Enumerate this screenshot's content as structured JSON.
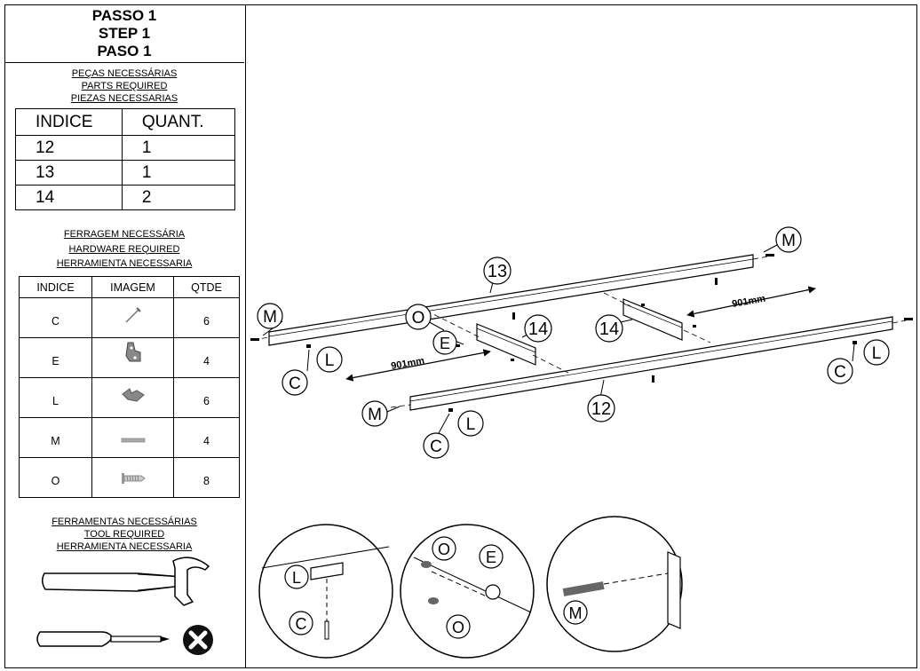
{
  "steps": {
    "pt": "PASSO 1",
    "en": "STEP 1",
    "es": "PASO 1"
  },
  "parts_heading": {
    "pt": "PEÇAS NECESSÁRIAS",
    "en": "PARTS REQUIRED",
    "es": "PIEZAS NECESSARIAS"
  },
  "parts_table": {
    "headers": [
      "INDICE",
      "QUANT."
    ],
    "rows": [
      [
        "12",
        "1"
      ],
      [
        "13",
        "1"
      ],
      [
        "14",
        "2"
      ]
    ]
  },
  "hardware_heading": {
    "pt": "FERRAGEM NECESSÁRIA",
    "en": "HARDWARE REQUIRED",
    "es": "HERRAMIENTA NECESSARIA"
  },
  "hardware_table": {
    "headers": [
      "INDICE",
      "IMAGEM",
      "QTDE"
    ],
    "rows": [
      {
        "index": "C",
        "icon": "nail-icon",
        "qty": "6"
      },
      {
        "index": "E",
        "icon": "bracket-icon",
        "qty": "4"
      },
      {
        "index": "L",
        "icon": "clip-icon",
        "qty": "6"
      },
      {
        "index": "M",
        "icon": "dowel-icon",
        "qty": "4"
      },
      {
        "index": "O",
        "icon": "screw-icon",
        "qty": "8"
      }
    ]
  },
  "tools_heading": {
    "pt": "FERRAMENTAS NECESSÁRIAS",
    "en": "TOOL REQUIRED",
    "es": "HERRAMIENTA NECESSARIA"
  },
  "tools": [
    {
      "icon": "hammer-icon"
    },
    {
      "icon": "screwdriver-icon"
    },
    {
      "icon": "not-allowed-icon"
    }
  ],
  "diagram": {
    "labels": {
      "p13": "13",
      "p12": "12",
      "p14a": "14",
      "p14b": "14",
      "m1": "M",
      "m2": "M",
      "m3": "M",
      "c1": "C",
      "c2": "C",
      "c3": "C",
      "l1": "L",
      "l2": "L",
      "l3": "L",
      "o1": "O",
      "e1": "E"
    },
    "dim1": "901mm",
    "dim2": "901mm"
  },
  "details": {
    "d1": {
      "l": "L",
      "c": "C"
    },
    "d2": {
      "o1": "O",
      "e": "E",
      "o2": "O"
    },
    "d3": {
      "m": "M"
    }
  }
}
